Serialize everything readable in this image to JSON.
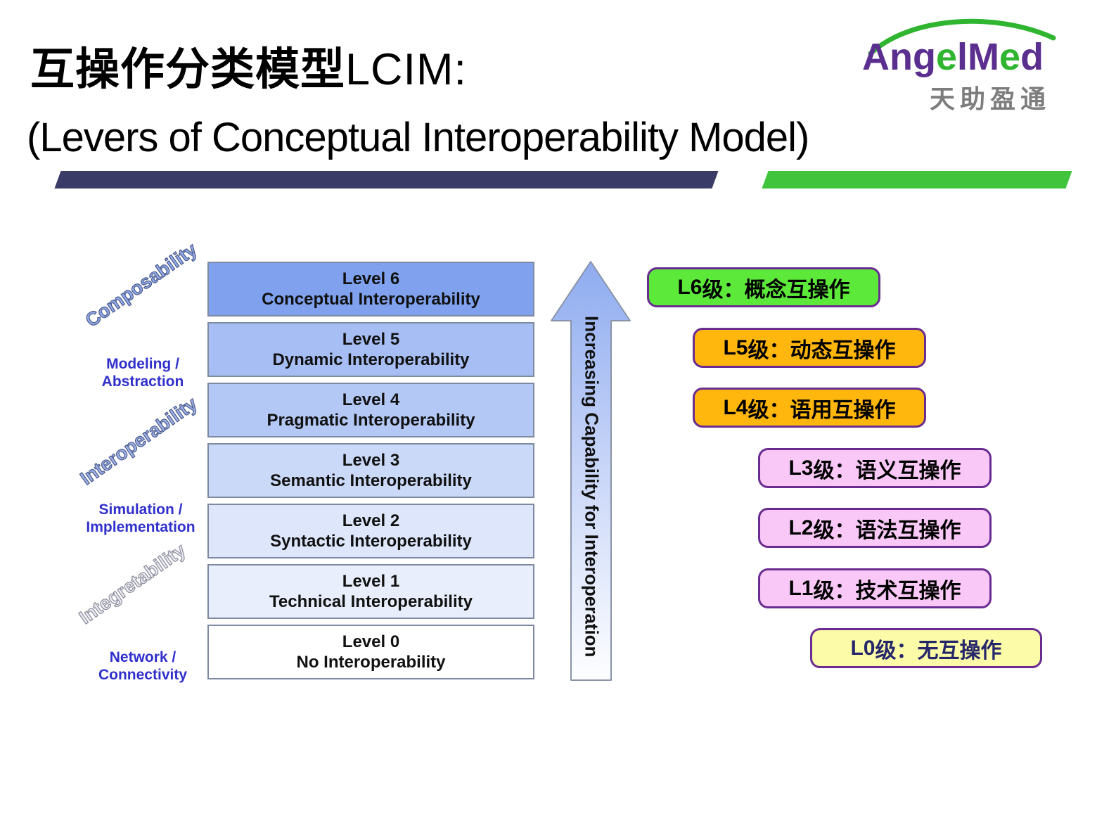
{
  "title": {
    "line1_zh": "互操作分类模型",
    "line1_latin": "LCIM:",
    "line2": "(Levers of Conceptual Interoperability Model)"
  },
  "logo": {
    "part1": "Ang",
    "part2": "e",
    "part3": "lM",
    "part4": "e",
    "part5": "d",
    "subtitle": "天助盈通",
    "purple": "#5B2F8F",
    "green": "#2FB52F",
    "gray": "#7d7d7d"
  },
  "divider": {
    "navy": "#3B3B68",
    "green": "#3FC43C"
  },
  "pyramid": {
    "levels": [
      {
        "line1": "Level 6",
        "line2": "Conceptual Interoperability",
        "bg": "#7FA1EE"
      },
      {
        "line1": "Level 5",
        "line2": "Dynamic Interoperability",
        "bg": "#A6BEF4"
      },
      {
        "line1": "Level 4",
        "line2": "Pragmatic Interoperability",
        "bg": "#B4C8F6"
      },
      {
        "line1": "Level 3",
        "line2": "Semantic Interoperability",
        "bg": "#CBD9F8"
      },
      {
        "line1": "Level 2",
        "line2": "Syntactic Interoperability",
        "bg": "#DDE6FA"
      },
      {
        "line1": "Level 1",
        "line2": "Technical Interoperability",
        "bg": "#E8EEFB"
      },
      {
        "line1": "Level 0",
        "line2": "No Interoperability",
        "bg": "#FFFFFF"
      }
    ],
    "side_labels": {
      "composability": "Composability",
      "modeling_1": "Modeling /",
      "modeling_2": "Abstraction",
      "interoperability": "Interoperability",
      "simulation_1": "Simulation /",
      "simulation_2": "Implementation",
      "integretability": "Integretability",
      "network_1": "Network /",
      "network_2": "Connectivity"
    },
    "arrow_label": "Increasing Capability for Interoperation"
  },
  "tags": [
    {
      "lv": "L6",
      "rest": "级：概念互操作",
      "bg": "#5CE93A",
      "color": "#000000"
    },
    {
      "lv": "L5",
      "rest": "级：动态互操作",
      "bg": "#FFB60D",
      "color": "#000000"
    },
    {
      "lv": "L4",
      "rest": "级：语用互操作",
      "bg": "#FFB60D",
      "color": "#000000"
    },
    {
      "lv": "L3",
      "rest": "级：语义互操作",
      "bg": "#F9C8F7",
      "color": "#000000"
    },
    {
      "lv": "L2",
      "rest": "级：语法互操作",
      "bg": "#F9C8F7",
      "color": "#000000"
    },
    {
      "lv": "L1",
      "rest": "级：技术互操作",
      "bg": "#F9C8F7",
      "color": "#000000"
    },
    {
      "lv": "L0",
      "rest": "级：无互操作",
      "bg": "#FCFCA8",
      "color": "#26266B"
    }
  ]
}
